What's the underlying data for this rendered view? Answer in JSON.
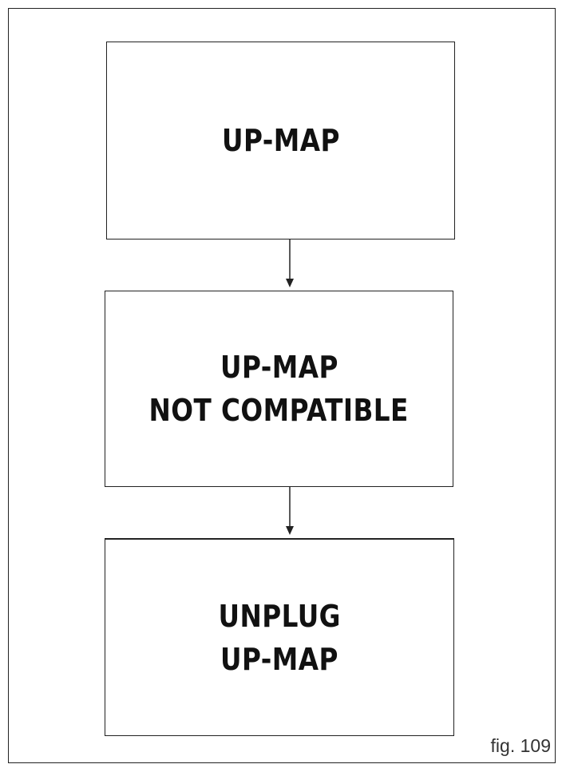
{
  "diagram": {
    "boxes": [
      {
        "lines": [
          "UP-MAP"
        ]
      },
      {
        "lines": [
          "UP-MAP",
          "NOT COMPATIBLE"
        ]
      },
      {
        "lines": [
          "UNPLUG",
          "UP-MAP"
        ]
      }
    ],
    "figure_label": "fig. 109",
    "colors": {
      "stroke": "#222222",
      "text": "#111111",
      "background": "#ffffff"
    }
  }
}
